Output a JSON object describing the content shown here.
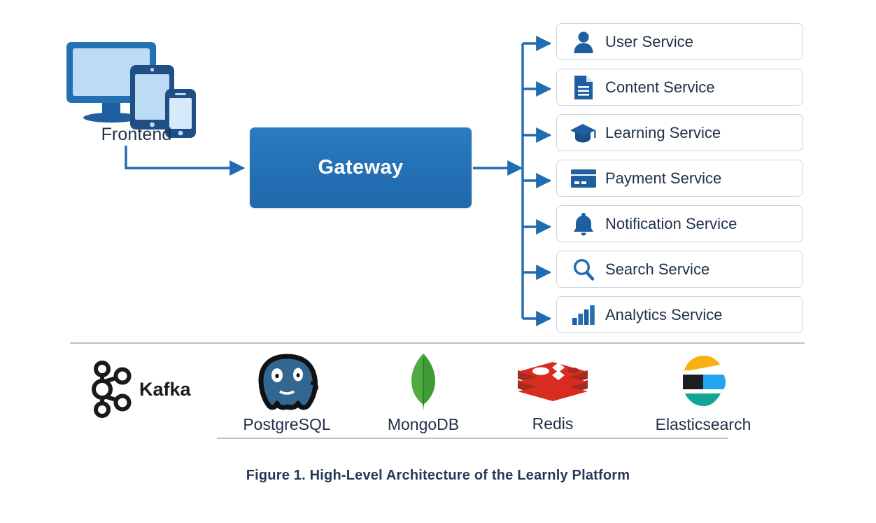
{
  "figure": {
    "caption": "Figure 1. High-Level Architecture of the Learnly Platform"
  },
  "frontend": {
    "label": "Frontend",
    "icon": "devices-icon"
  },
  "gateway": {
    "label": "Gateway",
    "color": "#2470b4"
  },
  "services": {
    "items": [
      {
        "label": "User Service",
        "icon": "user-icon"
      },
      {
        "label": "Content Service",
        "icon": "document-icon"
      },
      {
        "label": "Learning Service",
        "icon": "graduation-cap-icon"
      },
      {
        "label": "Payment Service",
        "icon": "credit-card-icon"
      },
      {
        "label": "Notification Service",
        "icon": "bell-icon"
      },
      {
        "label": "Search Service",
        "icon": "magnifier-icon"
      },
      {
        "label": "Analytics Service",
        "icon": "bar-chart-icon"
      }
    ]
  },
  "technologies": {
    "items": [
      {
        "label": "Kafka",
        "icon": "kafka-logo",
        "color": "#1a1a1a"
      },
      {
        "label": "PostgreSQL",
        "icon": "postgresql-logo",
        "color": "#336791"
      },
      {
        "label": "MongoDB",
        "icon": "mongodb-logo",
        "color": "#3fa037"
      },
      {
        "label": "Redis",
        "icon": "redis-logo",
        "color": "#d82c20"
      },
      {
        "label": "Elasticsearch",
        "icon": "elasticsearch-logo",
        "color": "#f9b110"
      }
    ]
  },
  "palette": {
    "arrow": "#1f6cb0",
    "icon_blue": "#1f5fa0",
    "text_navy": "#1f3048",
    "border_gray": "#ccd4de",
    "separator": "#b9c2d0"
  }
}
